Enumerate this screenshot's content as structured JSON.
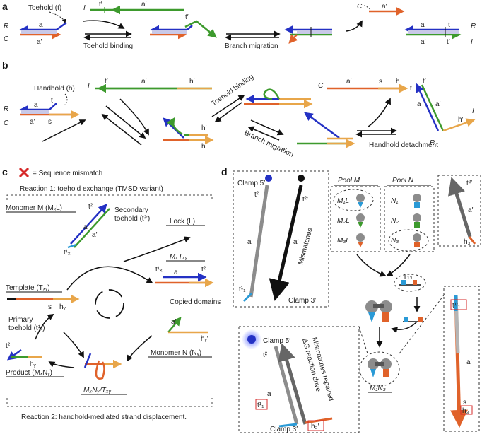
{
  "colors": {
    "blue": "#2431c4",
    "orange": "#e0622a",
    "green": "#3d9a2d",
    "tan": "#e8a64a",
    "grey": "#8c8c8c",
    "dark": "#222222",
    "red": "#d62828",
    "black": "#000000"
  },
  "panel_a": {
    "label": "a",
    "toehold": "Toehold (t)",
    "R": "R",
    "C": "C",
    "I": "I",
    "a": "a",
    "a_prime": "a′",
    "t": "t",
    "t_prime": "t′",
    "step1": "Toehold binding",
    "step2": "Branch migration"
  },
  "panel_b": {
    "label": "b",
    "handhold": "Handhold (h)",
    "R": "R",
    "C": "C",
    "I": "I",
    "a": "a",
    "a_prime": "a′",
    "t": "t",
    "t_prime": "t′",
    "s": "s",
    "h": "h",
    "h_prime": "h′",
    "step1": "Toehold binding",
    "step2": "Branch migration",
    "step3": "Handhold detachment"
  },
  "panel_c": {
    "label": "c",
    "mismatch": "= Sequence mismatch",
    "reaction1": "Reaction 1: toehold exchange (TMSD variant)",
    "monomer_m": "Monomer M (MₓL)",
    "secondary": "Secondary",
    "secondary2": "toehold (t²′)",
    "lock": "Lock  (L)",
    "template": "Template (Tₓᵧ)",
    "mxtxy": "MₓTₓᵧ",
    "primary": "Primary",
    "primary2": "toehold (t¹ₓ)",
    "copied": "Copied domains",
    "monomer_n": "Monomer N (Nᵧ)",
    "product": "Product (MₓNᵧ)",
    "mxnytxy": "MₓNᵧ/Tₓᵧ",
    "reaction2": "Reaction 2: handhold-mediated strand displacement.",
    "t1x": "t¹ₓ",
    "t2": "t²",
    "t2p": "t²′",
    "a": "a",
    "a_prime": "a′",
    "s": "s",
    "hy": "hᵧ",
    "hy_prime": "hᵧ′"
  },
  "panel_d": {
    "label": "d",
    "clamp5": "Clamp 5′",
    "clamp3": "Clamp 3′",
    "mismatches": "Mismatches",
    "pool_m": "Pool M",
    "pool_n": "Pool N",
    "m1l": "M₁L",
    "m2l": "M₂L",
    "m3l": "M₃L",
    "n1": "N₁",
    "n2": "N₂",
    "n3": "N₃",
    "t13": "T₁₃",
    "m1n3": "M₁N₃",
    "repaired": "Mismatches repaired",
    "drive": "ΔG reaction drive",
    "t2": "t²",
    "t2p": "t²′",
    "t11": "t¹₁",
    "t11p": "t¹′₁",
    "a": "a",
    "a_prime": "a′",
    "h3": "h₃′",
    "s": "s",
    "h3u": "h₃"
  }
}
